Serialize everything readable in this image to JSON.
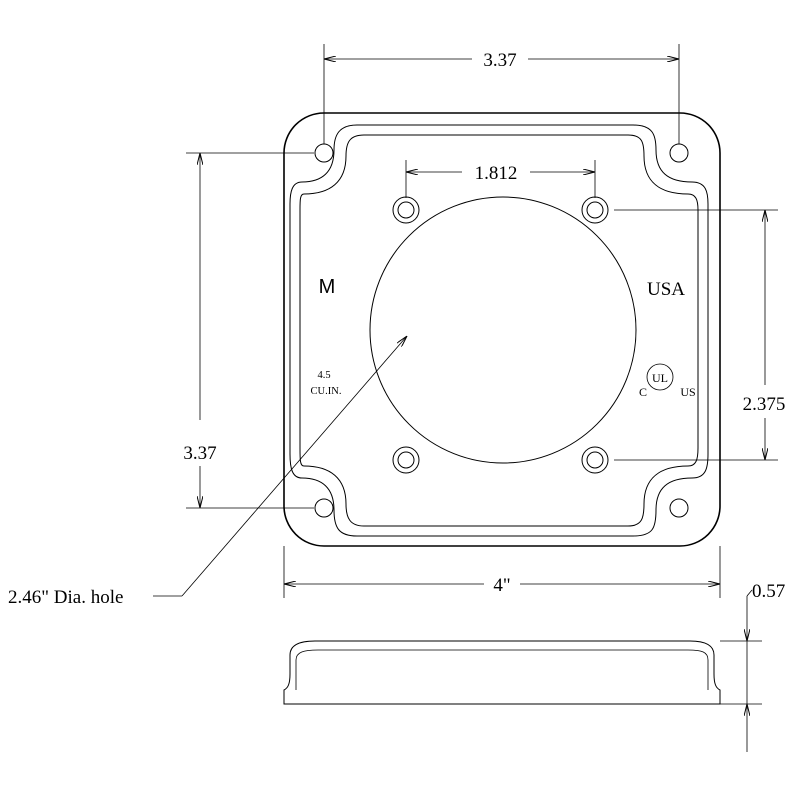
{
  "dimensions": {
    "overall_width": "4\"",
    "mount_hole_spacing_horizontal": "3.37",
    "mount_hole_spacing_vertical": "3.37",
    "device_hole_spacing_horizontal": "1.812",
    "device_hole_spacing_vertical": "2.375",
    "profile_height": "0.57",
    "center_hole_callout": "2.46\" Dia. hole"
  },
  "plate_markings": {
    "logo": "M",
    "country": "USA",
    "volume_value": "4.5",
    "volume_unit": "CU.IN.",
    "cert_mark": "UL",
    "cert_left": "C",
    "cert_right": "US"
  }
}
